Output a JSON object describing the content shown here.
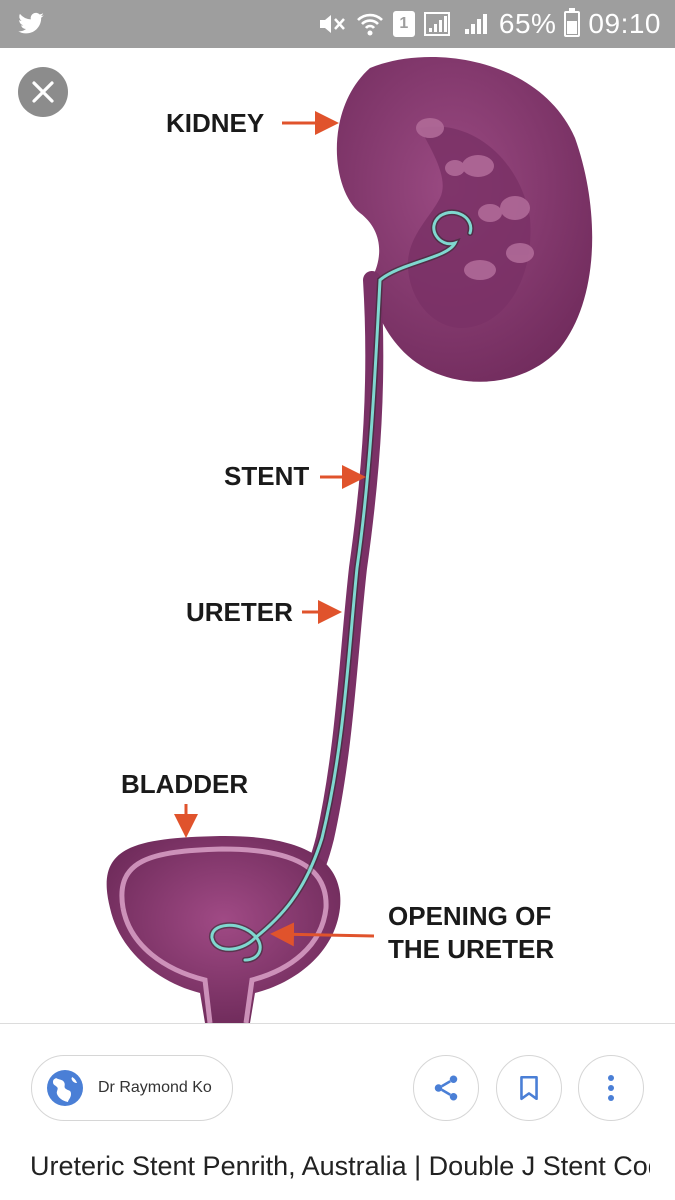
{
  "status_bar": {
    "left_icon": "twitter-bird-icon",
    "sim_slot": "1",
    "battery": "65%",
    "time": "09:10",
    "icons": [
      "mute-icon",
      "wifi-icon",
      "sim-icon",
      "signal-icon",
      "signal-icon",
      "battery-icon"
    ]
  },
  "viewer": {
    "close_icon": "close-icon"
  },
  "diagram": {
    "labels": {
      "kidney": "KIDNEY",
      "stent": "STENT",
      "ureter": "URETER",
      "bladder": "BLADDER",
      "opening_line1": "OPENING OF",
      "opening_line2": "THE URETER"
    },
    "colors": {
      "organ": "#8e3d74",
      "organ_dark": "#6a2655",
      "stent": "#7fd8d0",
      "arrow": "#e0532c"
    }
  },
  "result": {
    "source_name": "Dr Raymond Ko",
    "caption": "Ureteric Stent Penrith, Australia | Double J Stent Code",
    "actions": [
      "share-icon",
      "bookmark-icon",
      "more-vert-icon"
    ]
  }
}
